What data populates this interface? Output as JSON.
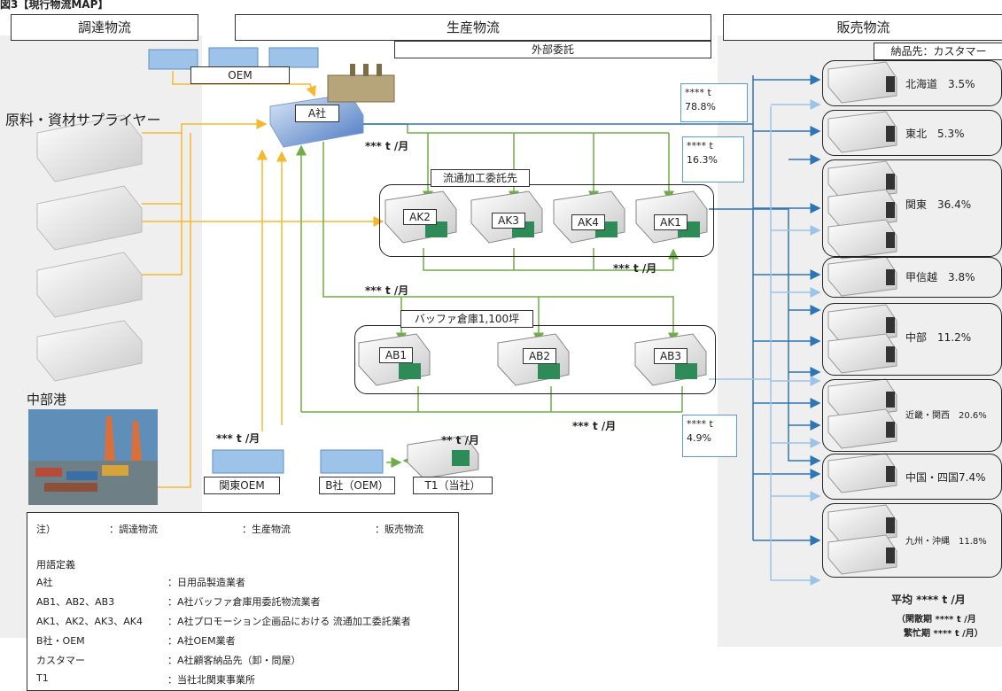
{
  "title": "図3【現行物流MAP】",
  "headers": {
    "procurement": "調達物流",
    "production": "生産物流",
    "outsource": "外部委託",
    "sales": "販売物流",
    "customer": "納品先：カスタマー"
  },
  "labels": {
    "supplier": "原料・資材サプライヤー",
    "oem_top": "OEM",
    "company_a": "A社",
    "flow_a": "*** t /月",
    "ak_group": "流通加工委託先",
    "ak_flow": "*** t /月",
    "buffer_group": "バッファ倉庫1,100坪",
    "buffer_flow_in": "*** t /月",
    "buffer_flow_out": "*** t /月",
    "port": "中部港",
    "kanto_oem_flow": "*** t /月",
    "kanto_oem": "関東OEM",
    "b_oem": "B社（OEM）",
    "t1_flow": "** t /月",
    "t1": "T1（当社）"
  },
  "ak_units": [
    "AK2",
    "AK3",
    "AK4",
    "AK1"
  ],
  "ab_units": [
    "AB1",
    "AB2",
    "AB3"
  ],
  "ratios": [
    {
      "t": "**** t",
      "p": "78.8%"
    },
    {
      "t": "**** t",
      "p": "16.3%"
    },
    {
      "t": "**** t",
      "p": "4.9%"
    }
  ],
  "regions": [
    {
      "name": "北海道",
      "pct": "3.5%"
    },
    {
      "name": "東北",
      "pct": "5.3%"
    },
    {
      "name": "関東",
      "pct": "36.4%"
    },
    {
      "name": "甲信越",
      "pct": "3.8%"
    },
    {
      "name": "中部",
      "pct": "11.2%"
    },
    {
      "name": "近畿・関西",
      "pct": "20.6%"
    },
    {
      "name": "中国・四国",
      "pct": "7.4%"
    },
    {
      "name": "九州・沖縄",
      "pct": "11.8%"
    }
  ],
  "summary": {
    "avg": "平均 **** t /月",
    "off": "（閑散期 **** t /月",
    "busy": "繁忙期 **** t /月）"
  },
  "legend": {
    "note": "注）",
    "proc": "：調達物流",
    "prod": "：生産物流",
    "sales": "：販売物流",
    "terms_title": "用語定義",
    "terms": [
      {
        "k": "A社",
        "v": "：日用品製造業者"
      },
      {
        "k": "AB1、AB2、AB3",
        "v": "：A社バッファ倉庫用委託物流業者"
      },
      {
        "k": "AK1、AK2、AK3、AK4",
        "v": "：A社プロモーション企画品における 流通加工委託業者"
      },
      {
        "k": "B社・OEM",
        "v": "：A社OEM業者"
      },
      {
        "k": "カスタマー",
        "v": "：A社顧客納品先（卸・問屋）"
      },
      {
        "k": "T1",
        "v": "：当社北関東事業所"
      }
    ]
  },
  "colors": {
    "procurement": "#f5b82e",
    "production": "#70ad47",
    "sales": "#2e75b6",
    "sales_light": "#9dc3e6",
    "zone": "#efefef"
  }
}
